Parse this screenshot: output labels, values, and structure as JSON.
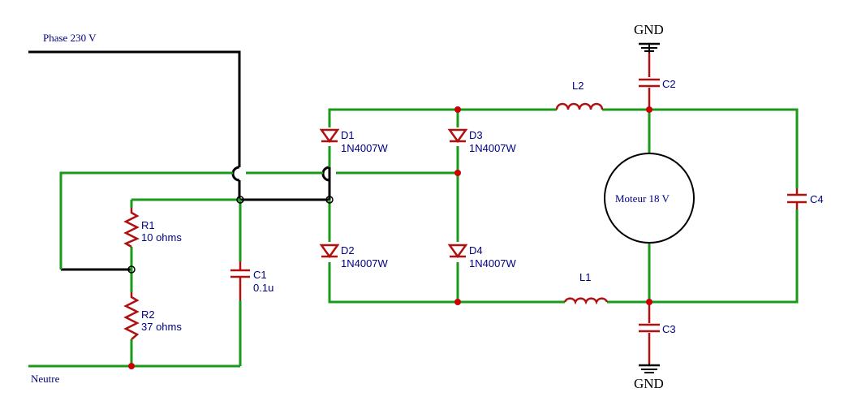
{
  "labels": {
    "phase": "Phase 230 V",
    "neutre": "Neutre",
    "gnd_top": "GND",
    "gnd_bottom": "GND",
    "motor": "Moteur 18 V"
  },
  "components": {
    "r1": {
      "ref": "R1",
      "value": "10 ohms"
    },
    "r2": {
      "ref": "R2",
      "value": "37 ohms"
    },
    "c1": {
      "ref": "C1",
      "value": "0.1u"
    },
    "d1": {
      "ref": "D1",
      "value": "1N4007W"
    },
    "d2": {
      "ref": "D2",
      "value": "1N4007W"
    },
    "d3": {
      "ref": "D3",
      "value": "1N4007W"
    },
    "d4": {
      "ref": "D4",
      "value": "1N4007W"
    },
    "l1": {
      "ref": "L1"
    },
    "l2": {
      "ref": "L2"
    },
    "c2": {
      "ref": "C2"
    },
    "c3": {
      "ref": "C3"
    },
    "c4": {
      "ref": "C4"
    }
  },
  "colors": {
    "wire": "#1a9a1a",
    "mains_wire": "#000000",
    "component": "#b01010",
    "label": "#000080",
    "junction": "#cc0000"
  }
}
